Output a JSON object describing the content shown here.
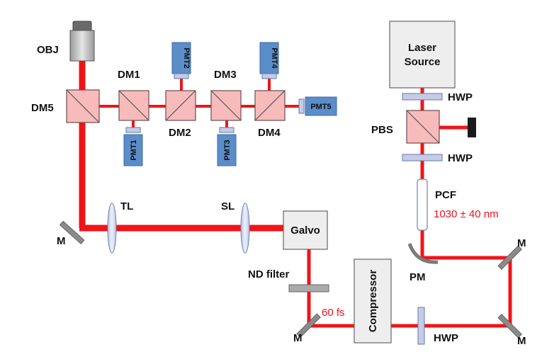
{
  "colors": {
    "beam": "#f01418",
    "pmt": "#5b8dc9",
    "filter": "#c5cce6",
    "box": "#eeeeee",
    "mirror": "#8a8a8a"
  },
  "labels": {
    "obj": "OBJ",
    "dm1": "DM1",
    "dm2": "DM2",
    "dm3": "DM3",
    "dm4": "DM4",
    "dm5": "DM5",
    "tl": "TL",
    "sl": "SL",
    "m1": "M",
    "m2": "M",
    "m3": "M",
    "m4": "M",
    "galvo": "Galvo",
    "nd_filter": "ND filter",
    "fs": "60 fs",
    "compressor": "Compressor",
    "hwp1": "HWP",
    "hwp2": "HWP",
    "hwp3": "HWP",
    "pbs": "PBS",
    "pcf": "PCF",
    "wavelength": "1030 ± 40 nm",
    "pm": "PM",
    "laser_line1": "Laser",
    "laser_line2": "Source"
  },
  "pmts": {
    "pmt1": "PMT1",
    "pmt2": "PMT2",
    "pmt3": "PMT3",
    "pmt4": "PMT4",
    "pmt5": "PMT5"
  }
}
